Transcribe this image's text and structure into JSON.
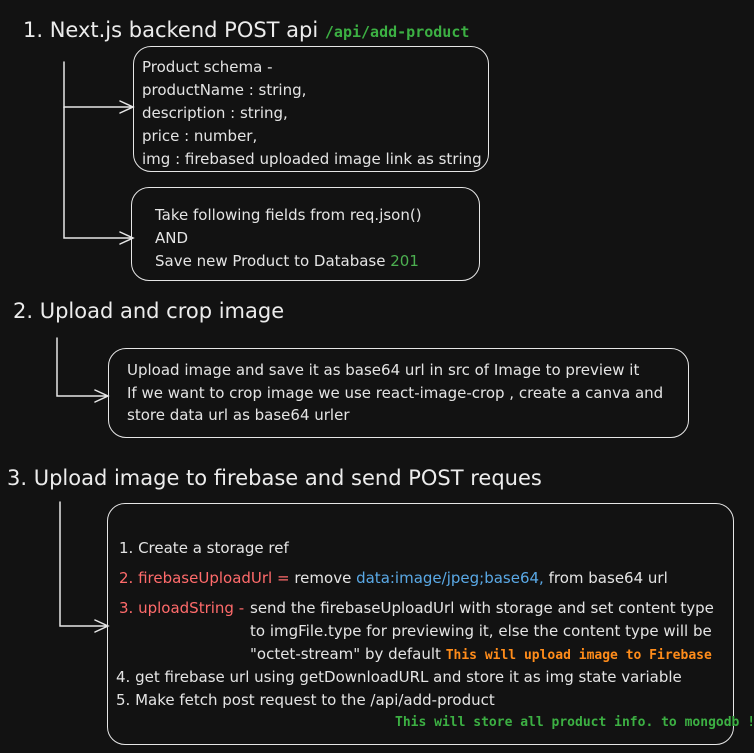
{
  "section1": {
    "heading": "1. Next.js backend POST api",
    "route": "/api/add-product",
    "schema_lines": [
      "Product schema -",
      "productName : string,",
      "description : string,",
      "price : number,",
      "img : firebased uploaded image link as string"
    ],
    "steps_lines": [
      "Take following fields from req.json()",
      "AND",
      "Save new Product to Database"
    ],
    "status_code": "201"
  },
  "section2": {
    "heading": "2.  Upload and crop image",
    "lines": [
      "Upload image and save it as base64 url in src of Image to preview it",
      "If we want to crop image we use react-image-crop , create a canva and",
      "store data url as base64 urler"
    ]
  },
  "section3": {
    "heading": "3. Upload image to firebase and send POST reques",
    "step1": "1. Create a storage ref",
    "step2_key": "2. firebaseUploadUrl =",
    "step2_text": "remove",
    "step2_code": "data:image/jpeg;base64,",
    "step2_tail": "from base64 url",
    "step3_key": "3. uploadString -",
    "step3_lines": [
      "send the firebaseUploadUrl with storage and set content type",
      "to imgFile.type for previewing it, else the content type will be",
      "\"octet-stream\" by default"
    ],
    "step3_note": "This will upload image to Firebase",
    "step4": "4. get firebase url using getDownloadURL and store it as img state variable",
    "step5": "5. Make fetch post request to the /api/add-product",
    "final_note": "This will store all product info. to mongodb !"
  }
}
